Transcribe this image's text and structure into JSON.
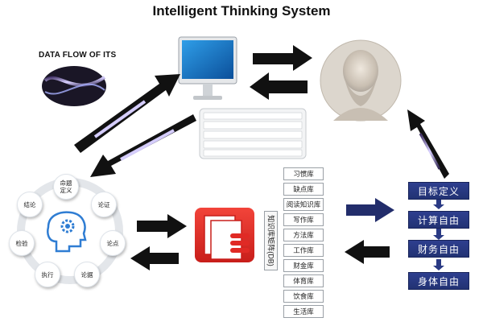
{
  "title": "Intelligent Thinking System",
  "data_flow_label": "DATA FLOW OF ITS",
  "cycle_nodes": [
    {
      "label": "命题\n定义"
    },
    {
      "label": "论证"
    },
    {
      "label": "论点"
    },
    {
      "label": "论据"
    },
    {
      "label": "执行"
    },
    {
      "label": "检验"
    },
    {
      "label": "结论"
    }
  ],
  "database_label": "知识库矩阵(DB)",
  "libraries": [
    "习惯库",
    "缺点库",
    "阅读知识库",
    "写作库",
    "方法库",
    "工作库",
    "财金库",
    "体育库",
    "饮食库",
    "生活库"
  ],
  "goals": [
    "目标定义",
    "计算自由",
    "财务自由",
    "身体自由"
  ],
  "icons": [
    "computer-monitor-icon",
    "keyboard-icon",
    "philosopher-bust-icon",
    "database-icon",
    "brain-gear-icon"
  ],
  "colors": {
    "arrow": "#111111",
    "goal_box": "#2a3a84",
    "db_red": "#e02a25",
    "node_border": "#dfe4ea"
  }
}
